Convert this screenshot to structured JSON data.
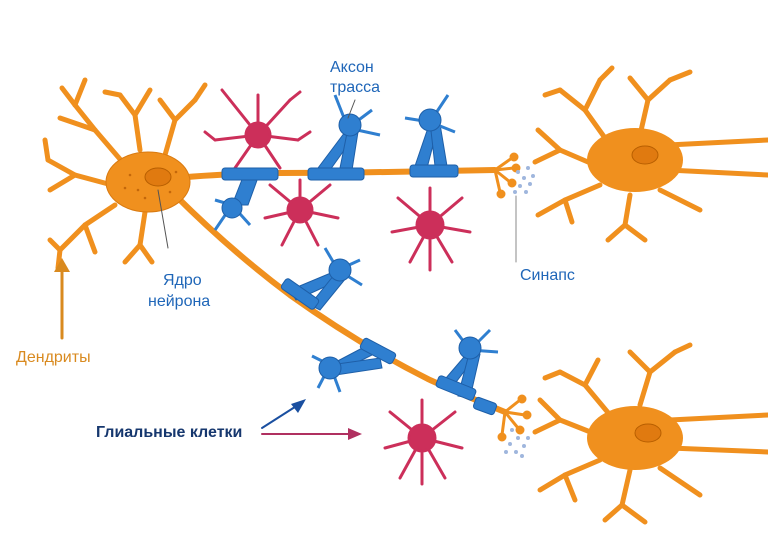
{
  "labels": {
    "axon_line1": "Аксон",
    "axon_line2": "трасса",
    "nucleus_line1": "Ядро",
    "nucleus_line2": "нейрона",
    "synapse": "Синапс",
    "dendrites": "Дендриты",
    "glial": "Глиальные клетки"
  },
  "colors": {
    "neuron": "#f0901e",
    "neuron_outline": "#c86a0a",
    "glia_blue": "#2f7fd0",
    "glia_red": "#cc2f5a",
    "label_blue": "#1f66b8",
    "label_orange": "#d98a1f",
    "label_navy": "#16376e",
    "arrow_blue": "#1a4fa0",
    "arrow_red": "#b03060"
  },
  "icons": [
    "neuron-body",
    "astrocyte",
    "oligodendrocyte",
    "myelin-sheath",
    "synaptic-vesicles"
  ]
}
